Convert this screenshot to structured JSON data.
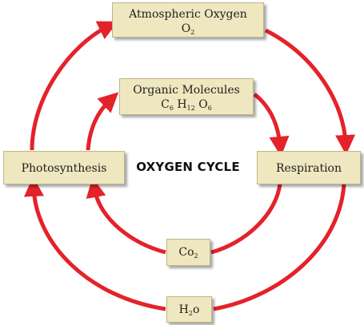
{
  "title": "OXYGEN CYCLE",
  "colors": {
    "arrow": "#e4222a",
    "box_fill": "#efe7bf",
    "box_border": "#bfb58a",
    "text": "#1e1e1e"
  },
  "nodes": {
    "atmospheric_oxygen": {
      "label": "Atmospheric Oxygen",
      "formula": [
        {
          "t": "O"
        },
        {
          "t": "2",
          "sub": true
        }
      ]
    },
    "organic_molecules": {
      "label": "Organic Molecules",
      "formula": [
        {
          "t": "C"
        },
        {
          "t": "6",
          "sub": true
        },
        {
          "t": " H"
        },
        {
          "t": "12",
          "sub": true
        },
        {
          "t": " O"
        },
        {
          "t": "6",
          "sub": true
        }
      ]
    },
    "photosynthesis": {
      "label": "Photosynthesis"
    },
    "respiration": {
      "label": "Respiration"
    },
    "co2": {
      "formula": [
        {
          "t": "Co"
        },
        {
          "t": "2",
          "sub": true
        }
      ]
    },
    "h2o": {
      "formula": [
        {
          "t": "H"
        },
        {
          "t": "2",
          "sub": true
        },
        {
          "t": "o"
        }
      ]
    }
  }
}
